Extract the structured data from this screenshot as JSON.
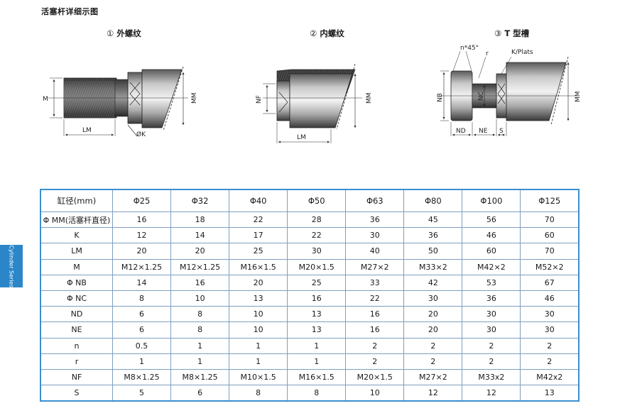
{
  "page_title": "活塞杆详细示图",
  "side_tab": "Cylinder Series",
  "figures": [
    {
      "num": "①",
      "title": "外螺纹",
      "labels": {
        "M": "M",
        "LM": "LM",
        "K": "ØK",
        "MM": "MM"
      }
    },
    {
      "num": "②",
      "title": "内螺纹",
      "labels": {
        "NF": "NF",
        "LM": "LM",
        "MM": "MM"
      }
    },
    {
      "num": "③",
      "title": "T 型槽",
      "labels": {
        "n45": "n*45°",
        "r": "r",
        "KP": "K/Plats",
        "NB": "NB",
        "NC": "NC",
        "MM": "MM",
        "ND": "ND",
        "NE": "NE",
        "S": "S"
      }
    }
  ],
  "table": {
    "headers": [
      "缸径(mm)",
      "Φ25",
      "Φ32",
      "Φ40",
      "Φ50",
      "Φ63",
      "Φ80",
      "Φ100",
      "Φ125"
    ],
    "rows": [
      [
        "Φ MM(活塞杆直径)",
        "16",
        "18",
        "22",
        "28",
        "36",
        "45",
        "56",
        "70"
      ],
      [
        "K",
        "12",
        "14",
        "17",
        "22",
        "30",
        "36",
        "46",
        "60"
      ],
      [
        "LM",
        "20",
        "20",
        "25",
        "30",
        "40",
        "50",
        "60",
        "70"
      ],
      [
        "M",
        "M12×1.25",
        "M12×1.25",
        "M16×1.5",
        "M20×1.5",
        "M27×2",
        "M33×2",
        "M42×2",
        "M52×2"
      ],
      [
        "Φ NB",
        "14",
        "16",
        "20",
        "25",
        "33",
        "42",
        "53",
        "67"
      ],
      [
        "Φ NC",
        "8",
        "10",
        "13",
        "16",
        "22",
        "30",
        "36",
        "46"
      ],
      [
        "ND",
        "6",
        "8",
        "10",
        "13",
        "16",
        "20",
        "30",
        "30"
      ],
      [
        "NE",
        "6",
        "8",
        "10",
        "13",
        "16",
        "20",
        "30",
        "30"
      ],
      [
        "n",
        "0.5",
        "1",
        "1",
        "1",
        "2",
        "2",
        "2",
        "2"
      ],
      [
        "r",
        "1",
        "1",
        "1",
        "1",
        "2",
        "2",
        "2",
        "2"
      ],
      [
        "NF",
        "M8×1.25",
        "M8×1.25",
        "M10×1.5",
        "M16×1.5",
        "M20×1.5",
        "M27×2",
        "M33x2",
        "M42x2"
      ],
      [
        "S",
        "5",
        "6",
        "8",
        "8",
        "10",
        "12",
        "12",
        "13"
      ]
    ]
  }
}
